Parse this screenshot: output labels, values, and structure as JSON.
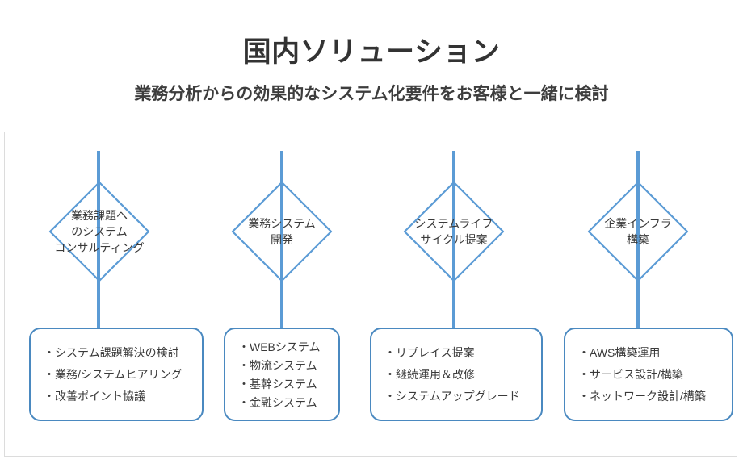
{
  "page": {
    "title": "国内ソリューション",
    "subtitle": "業務分析からの効果的なシステム化要件をお客様と一緒に検討"
  },
  "colors": {
    "accent_line": "#5b9bd5",
    "box_border": "#4a89c0",
    "frame_border": "#dcdcdc",
    "text": "#3a3a3a",
    "title_text": "#333333",
    "background": "#ffffff"
  },
  "diagram": {
    "columns": [
      {
        "diamond_label": "業務課題へ\nのシステム\nコンサルティング",
        "items": [
          "・システム課題解決の検討",
          "・業務/システムヒアリング",
          "・改善ポイント協議"
        ]
      },
      {
        "diamond_label": "業務システム\n開発",
        "items": [
          "・WEBシステム",
          "・物流システム",
          "・基幹システム",
          "・金融システム"
        ]
      },
      {
        "diamond_label": "システムライフ\nサイクル提案",
        "items": [
          "・リプレイス提案",
          "・継続運用＆改修",
          "・システムアップグレード"
        ]
      },
      {
        "diamond_label": "企業インフラ\n構築",
        "items": [
          "・AWS構築運用",
          "・サービス設計/構築",
          "・ネットワーク設計/構築"
        ]
      }
    ]
  }
}
